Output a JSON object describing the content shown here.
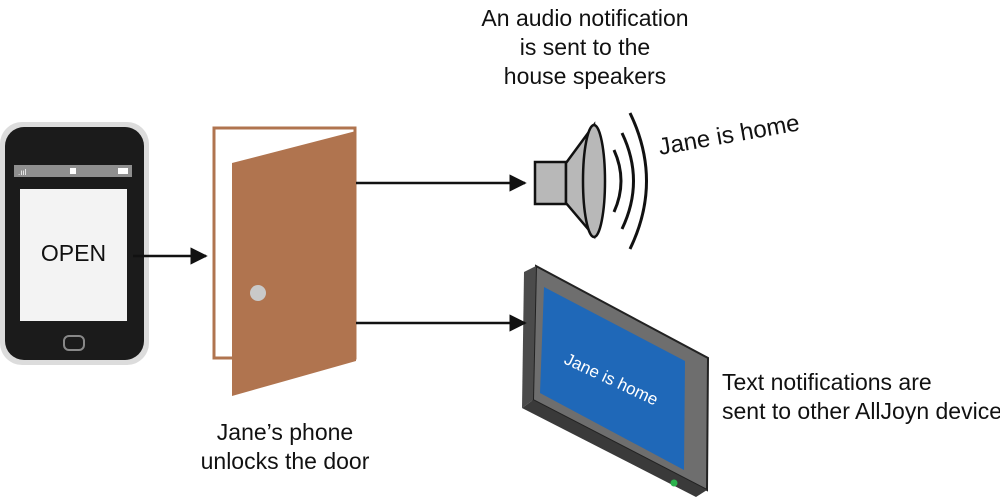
{
  "phone": {
    "screen_text": "OPEN"
  },
  "labels": {
    "audio_caption": [
      "An audio notification",
      "is sent to the",
      "house speakers"
    ],
    "door_caption": [
      "Jane’s phone",
      "unlocks the door"
    ],
    "tv_caption": [
      "Text notifications are",
      "sent to other AllJoyn devices"
    ]
  },
  "speaker": {
    "spoken_text": "Jane is home"
  },
  "tv": {
    "screen_text": "Jane is home"
  },
  "colors": {
    "door": "#b0744f",
    "tv_screen": "#1f68b8",
    "phone_body": "#1b1b1b",
    "speaker": "#b8b8b8",
    "tv_frame": "#6e6e6e",
    "tv_led": "#2bb24c"
  },
  "icons": [
    "phone-icon",
    "door-icon",
    "speaker-icon",
    "sound-waves-icon",
    "tv-monitor-icon",
    "arrow-icon"
  ]
}
